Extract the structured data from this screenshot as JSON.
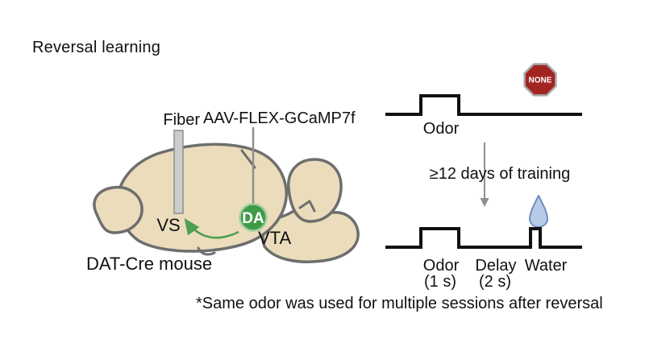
{
  "title": "Reversal learning",
  "colors": {
    "brain_fill": "#ebdcbc",
    "brain_outline": "#6e6e6e",
    "fiber_fill": "#cdcdcd",
    "da_green": "#3f9b48",
    "da_rim_green": "#9ccf9e",
    "projection_green": "#4ca050",
    "stop_red": "#a32522",
    "stop_border": "#a8a8a8",
    "drop_fill": "#b7cae6",
    "drop_stroke": "#6e8fc0",
    "trace_black": "#111111",
    "training_arrow_gray": "#8f8f8f"
  },
  "brain_panel": {
    "fiber_label": "Fiber",
    "aav_label": "AAV-FLEX-GCaMP7f",
    "vs_label": "VS",
    "da_label": "DA",
    "vta_label": "VTA",
    "mouse_label": "DAT-Cre mouse"
  },
  "protocol_panel": {
    "pre_odor_label": "Odor",
    "none_label": "NONE",
    "training_label": "≥12 days of training",
    "post_odor_label": "Odor",
    "post_odor_duration": "(1 s)",
    "delay_label": "Delay",
    "delay_duration": "(2 s)",
    "water_label": "Water"
  },
  "footnote": "*Same odor was used for multiple sessions after reversal"
}
